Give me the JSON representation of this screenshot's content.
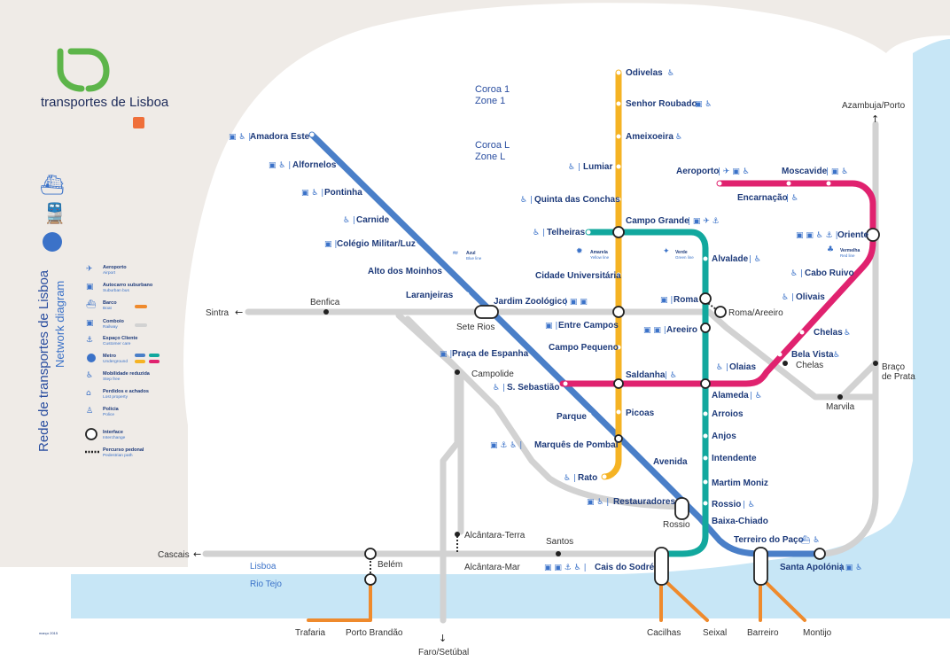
{
  "brand": {
    "name": "transportes de Lisboa",
    "logo_icon": "tl-logo-icon",
    "small_icon": "metro-m-icon"
  },
  "title": {
    "main": "Rede de transportes de Lisboa",
    "sub": "Network diagram"
  },
  "zones": {
    "coroa1": "Coroa 1",
    "zone1": "Zone 1",
    "coroaL": "Coroa L",
    "zoneL": "Zone L"
  },
  "water": {
    "lisboa": "Lisboa",
    "tejo": "Rio Tejo"
  },
  "footer": {
    "code": "março 2015"
  },
  "colors": {
    "blue": "#4a7fc8",
    "yellow": "#f5b324",
    "green": "#12a89e",
    "red": "#e0226f",
    "rail": "#d2d2d2",
    "boat": "#ef8a2c",
    "river": "#c7e6f6",
    "land": "#efebe7"
  },
  "lines": {
    "azul": {
      "pt": "Azul",
      "en": "Blue line"
    },
    "amarela": {
      "pt": "Amarela",
      "en": "Yellow line"
    },
    "verde": {
      "pt": "Verde",
      "en": "Green line"
    },
    "vermelha": {
      "pt": "Vermelha",
      "en": "Red line"
    }
  },
  "legend": [
    {
      "pt": "Aeroporto",
      "en": "Airport",
      "icon": "airplane-icon"
    },
    {
      "pt": "Autocarro suburbano",
      "en": "Suburban bus",
      "icon": "bus-icon"
    },
    {
      "pt": "Barco",
      "en": "Boat",
      "icon": "boat-icon"
    },
    {
      "pt": "Comboio",
      "en": "Railway",
      "icon": "train-icon"
    },
    {
      "pt": "Espaço Cliente",
      "en": "Customer care",
      "icon": "customer-care-icon"
    },
    {
      "pt": "Metro",
      "en": "Underground",
      "icon": "metro-icon"
    },
    {
      "pt": "Mobilidade reduzida",
      "en": "Step free",
      "icon": "wheelchair-icon"
    },
    {
      "pt": "Perdidos e achados",
      "en": "Lost property",
      "icon": "lost-property-icon"
    },
    {
      "pt": "Polícia",
      "en": "Police",
      "icon": "police-icon"
    },
    {
      "pt": "Interface",
      "en": "Interchange",
      "icon": "interchange-icon"
    },
    {
      "pt": "Percurso pedonal",
      "en": "Pedestrian path",
      "icon": "pedestrian-path-icon"
    }
  ],
  "stations": {
    "amadora_este": "Amadora Este",
    "alfornelos": "Alfornelos",
    "pontinha": "Pontinha",
    "carnide": "Carnide",
    "colegio_militar": "Colégio Militar/Luz",
    "alto_moinhos": "Alto dos Moinhos",
    "laranjeiras": "Laranjeiras",
    "jardim_zoologico": "Jardim Zoológico",
    "praca_espanha": "Praça de Espanha",
    "s_sebastiao": "S. Sebastião",
    "parque": "Parque",
    "marques_pombal": "Marquês de Pombal",
    "avenida": "Avenida",
    "restauradores": "Restauradores",
    "baixa_chiado": "Baixa-Chiado",
    "terreiro_paco": "Terreiro do Paço",
    "santa_apolonia": "Santa Apolónia",
    "odivelas": "Odivelas",
    "senhor_roubado": "Senhor Roubado",
    "ameixoeira": "Ameixoeira",
    "lumiar": "Lumiar",
    "quinta_conchas": "Quinta das Conchas",
    "campo_grande": "Campo Grande",
    "cidade_universitaria": "Cidade Universitária",
    "entre_campos": "Entre Campos",
    "campo_pequeno": "Campo Pequeno",
    "saldanha": "Saldanha",
    "picoas": "Picoas",
    "rato": "Rato",
    "telheiras": "Telheiras",
    "alvalade": "Alvalade",
    "roma": "Roma",
    "areeiro": "Areeiro",
    "alameda": "Alameda",
    "arroios": "Arroios",
    "anjos": "Anjos",
    "intendente": "Intendente",
    "martim_moniz": "Martim Moniz",
    "rossio": "Rossio",
    "cais_sodre": "Cais do Sodré",
    "aeroporto": "Aeroporto",
    "encarnacao": "Encarnação",
    "moscavide": "Moscavide",
    "oriente": "Oriente",
    "cabo_ruivo": "Cabo Ruivo",
    "olivais": "Olivais",
    "chelas": "Chelas",
    "bela_vista": "Bela Vista",
    "olaias": "Olaias",
    "sete_rios": "Sete Rios",
    "benfica": "Benfica",
    "sintra": "Sintra",
    "campolide": "Campolide",
    "roma_areeiro": "Roma/Areeiro",
    "chelas_rail": "Chelas",
    "marvila": "Marvila",
    "braco_prata": "Braço de Prata",
    "azambuja_porto": "Azambuja/Porto",
    "alcantara_terra": "Alcântara-Terra",
    "alcantara_mar": "Alcântara-Mar",
    "santos": "Santos",
    "belem": "Belém",
    "cascais": "Cascais",
    "rossio_rail": "Rossio",
    "trafaria": "Trafaria",
    "porto_brandao": "Porto Brandão",
    "cacilhas": "Cacilhas",
    "seixal": "Seixal",
    "barreiro": "Barreiro",
    "montijo": "Montijo",
    "faro_setubal": "Faro/Setúbal"
  }
}
